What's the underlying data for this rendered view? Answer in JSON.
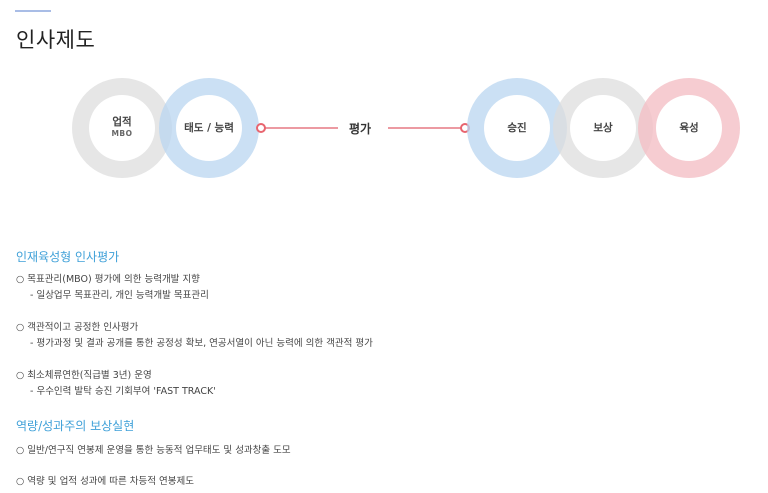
{
  "page": {
    "title": "인사제도"
  },
  "diagram": {
    "left_circles": [
      {
        "label": "업적",
        "sub": "MBO",
        "color": "gray"
      },
      {
        "label": "태도 / 능력",
        "sub": "",
        "color": "blue"
      }
    ],
    "center_label": "평가",
    "right_circles": [
      {
        "label": "승진",
        "color": "blue"
      },
      {
        "label": "보상",
        "color": "gray"
      },
      {
        "label": "육성",
        "color": "pink"
      }
    ],
    "colors": {
      "gray": "#dedede",
      "blue": "#b9d6f0",
      "pink": "#f3bec4",
      "connector": "#ec9aa2",
      "accent": "#3ea0d8"
    }
  },
  "sections": [
    {
      "title": "인재육성형 인사평가",
      "items": [
        {
          "text": "○ 목표관리(MBO) 평가에 의한 능력개발 지향",
          "sub": "- 일상업무 목표관리, 개인 능력개발 목표관리"
        },
        {
          "text": "○ 객관적이고 공정한 인사평가",
          "sub": "- 평가과정 및 결과 공개를 통한 공정성 확보, 연공서열이 아닌 능력에 의한 객관적 평가"
        },
        {
          "text": "○ 최소체류연한(직급별 3년) 운영",
          "sub": "- 우수인력 발탁 승진 기회부여 'FAST TRACK'"
        }
      ]
    },
    {
      "title": "역량/성과주의 보상실현",
      "items": [
        {
          "text": "○ 일반/연구직 연봉제 운영을 통한 능동적 업무태도 및 성과창출 도모"
        },
        {
          "text": "○ 역량 및 업적 성과에 따른 차등적 연봉제도"
        }
      ]
    }
  ]
}
